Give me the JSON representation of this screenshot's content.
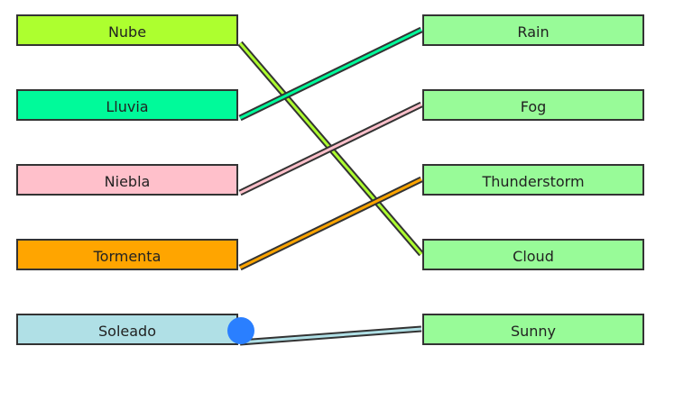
{
  "left_items": [
    {
      "label": "Nube",
      "color": "#adff2f"
    },
    {
      "label": "Lluvia",
      "color": "#00fa9a"
    },
    {
      "label": "Niebla",
      "color": "#ffc0cb"
    },
    {
      "label": "Tormenta",
      "color": "#ffa500"
    },
    {
      "label": "Soleado",
      "color": "#b0e0e6"
    }
  ],
  "right_items": [
    {
      "label": "Rain"
    },
    {
      "label": "Fog"
    },
    {
      "label": "Thunderstorm"
    },
    {
      "label": "Cloud"
    },
    {
      "label": "Sunny"
    }
  ],
  "right_color": "#98fb98",
  "connections": [
    {
      "from": 0,
      "to": 3
    },
    {
      "from": 1,
      "to": 0
    },
    {
      "from": 2,
      "to": 1
    },
    {
      "from": 3,
      "to": 2
    },
    {
      "from": 4,
      "to": 4
    }
  ],
  "drag_handle": {
    "item": 4,
    "color": "#2a7fff"
  }
}
